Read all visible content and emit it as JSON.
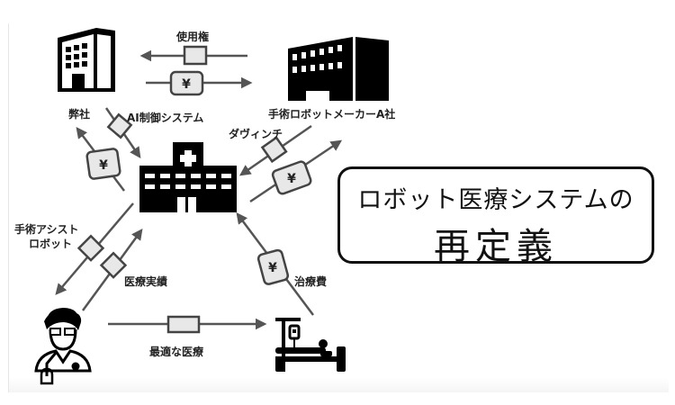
{
  "title": {
    "line1": "ロボット医療システムの",
    "line2": "再定義"
  },
  "nodes": {
    "our_company": {
      "label": "弊社",
      "icon": "office-building-icon"
    },
    "maker": {
      "label": "手術ロボットメーカーA社",
      "icon": "factory-building-icon"
    },
    "hospital": {
      "label": "",
      "icon": "hospital-icon"
    },
    "doctor": {
      "label": "",
      "icon": "doctor-icon"
    },
    "patient": {
      "label": "",
      "icon": "patient-bed-icon"
    }
  },
  "flows": {
    "usage_rights": {
      "label": "使用権",
      "token": ""
    },
    "maker_payment": {
      "label": "",
      "token": "¥"
    },
    "ai_control": {
      "label": "AI制御システム",
      "token": ""
    },
    "hospital_to_us_payment": {
      "label": "",
      "token": "¥"
    },
    "da_vinci": {
      "label": "ダヴィンチ",
      "token": ""
    },
    "hospital_to_maker_payment": {
      "label": "",
      "token": "¥"
    },
    "surgical_assist": {
      "label_line1": "手術アシスト",
      "label_line2": "ロボット",
      "token": ""
    },
    "medical_results": {
      "label": "医療実績",
      "token": ""
    },
    "treatment_fee": {
      "label": "治療費",
      "token": "¥"
    },
    "optimal_care": {
      "label": "最適な医療",
      "token": ""
    }
  },
  "colors": {
    "line": "#555555",
    "token_fill": "#e8e8e8",
    "icon": "#000000",
    "text": "#222222"
  }
}
